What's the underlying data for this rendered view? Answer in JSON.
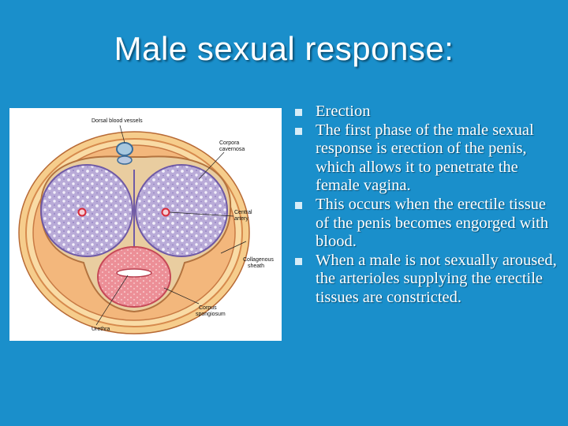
{
  "slide": {
    "title": "Male sexual response:",
    "bullets": [
      "Erection",
      "The first phase of the male sexual response is erection of the penis, which allows it to penetrate the female vagina.",
      "This occurs when the erectile tissue of the penis becomes engorged with blood.",
      "When a male is not sexually aroused, the arterioles supplying the erectile tissues are constricted."
    ]
  },
  "figure": {
    "labels": {
      "dorsal": "Dorsal blood vessels",
      "corpora_line1": "Corpora",
      "corpora_line2": "cavernosa",
      "central_line1": "Central",
      "central_line2": "artery",
      "collagenous_line1": "Collagenous",
      "collagenous_line2": "sheath",
      "spongiosum_line1": "Corpus",
      "spongiosum_line2": "spongiosum",
      "urethra": "Urethra"
    }
  },
  "colors": {
    "background": "#1a8fcb",
    "outer_skin": "#f3c37e",
    "sheath": "#e9a268",
    "cavernosa": "#b8a9d6",
    "spongiosum": "#e9868f",
    "artery": "#d72b3a"
  }
}
